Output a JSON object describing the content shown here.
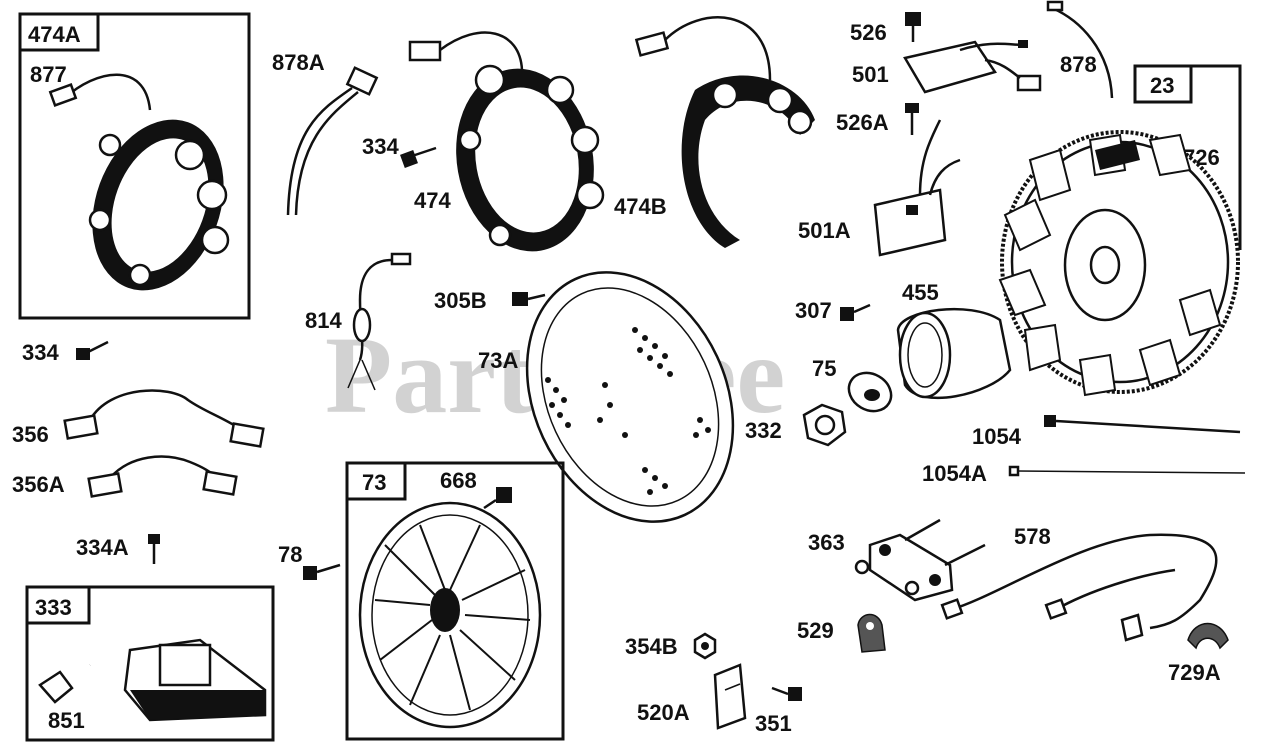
{
  "watermark": "PartsTree",
  "groups": {
    "g474A": "474A",
    "g23": "23",
    "g73": "73",
    "g333": "333"
  },
  "parts": {
    "p877": "877",
    "p878A": "878A",
    "p334a": "334",
    "p474": "474",
    "p474B": "474B",
    "p526": "526",
    "p501": "501",
    "p526A": "526A",
    "p878": "878",
    "p726": "726",
    "p501A": "501A",
    "p334b": "334",
    "p814": "814",
    "p305B": "305B",
    "p73A": "73A",
    "p307": "307",
    "p455": "455",
    "p75": "75",
    "p356": "356",
    "p332": "332",
    "p1054": "1054",
    "p356A": "356A",
    "p1054A": "1054A",
    "p668": "668",
    "p334A": "334A",
    "p78": "78",
    "p363": "363",
    "p578": "578",
    "p529": "529",
    "p354B": "354B",
    "p729A": "729A",
    "p851": "851",
    "p520A": "520A",
    "p351": "351"
  },
  "icons": [
    "stator-icon",
    "flywheel-icon",
    "fan-icon",
    "ignition-coil-icon",
    "wire-harness-icon",
    "bolt-icon",
    "nut-icon",
    "washer-icon",
    "regulator-icon",
    "rectifier-icon",
    "cup-icon",
    "cable-tie-icon",
    "bracket-icon"
  ]
}
